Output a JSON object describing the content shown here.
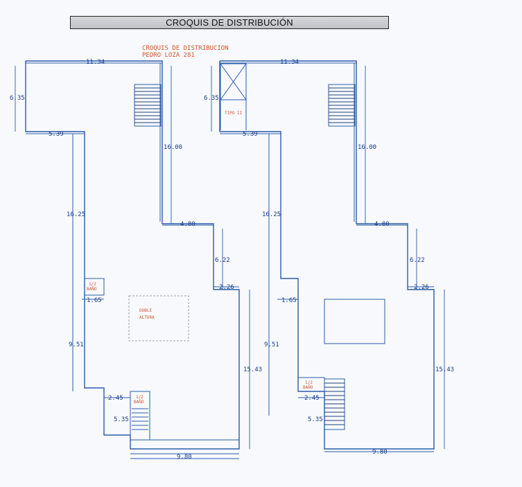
{
  "header": {
    "title": "CROQUIS DE DISTRIBUCIÓN"
  },
  "plan_caption": {
    "line1": "CROQUIS DE DISTRIBUCION",
    "line2": "PEDRO LOZA 281"
  },
  "left_plan": {
    "dims": {
      "top_width": "11.34",
      "left_height": "6.35",
      "step_width": "5.39",
      "left_length": "16.25",
      "right_length": "16.00",
      "notch_width": "4.80",
      "notch_height": "6.22",
      "offset": "2.26",
      "bano_width": "1.65",
      "lower_left": "9.51",
      "lower_right": "15.43",
      "bottom_step": "2.45",
      "bottom_height": "5.35",
      "bottom_width": "9.80"
    },
    "labels": {
      "bano_top": "1/2",
      "bano_bottom": "BAÑO",
      "doble1": "DOBLE",
      "doble2": "ALTURA",
      "bano2_top": "1/2",
      "bano2_bottom": "BAÑO"
    }
  },
  "right_plan": {
    "dims": {
      "top_width": "11.34",
      "left_height": "6.35",
      "step_width": "5.39",
      "left_length": "16.25",
      "right_length": "16.00",
      "notch_width": "4.80",
      "notch_height": "6.22",
      "offset": "2.26",
      "bano_width": "1.65",
      "lower_left": "9.51",
      "lower_right": "15.43",
      "bottom_step": "2.45",
      "bottom_height": "5.35",
      "bottom_width": "9.80"
    },
    "labels": {
      "tipo": "TIPO II",
      "bano_top": "1/2",
      "bano_bottom": "BAÑO"
    }
  }
}
